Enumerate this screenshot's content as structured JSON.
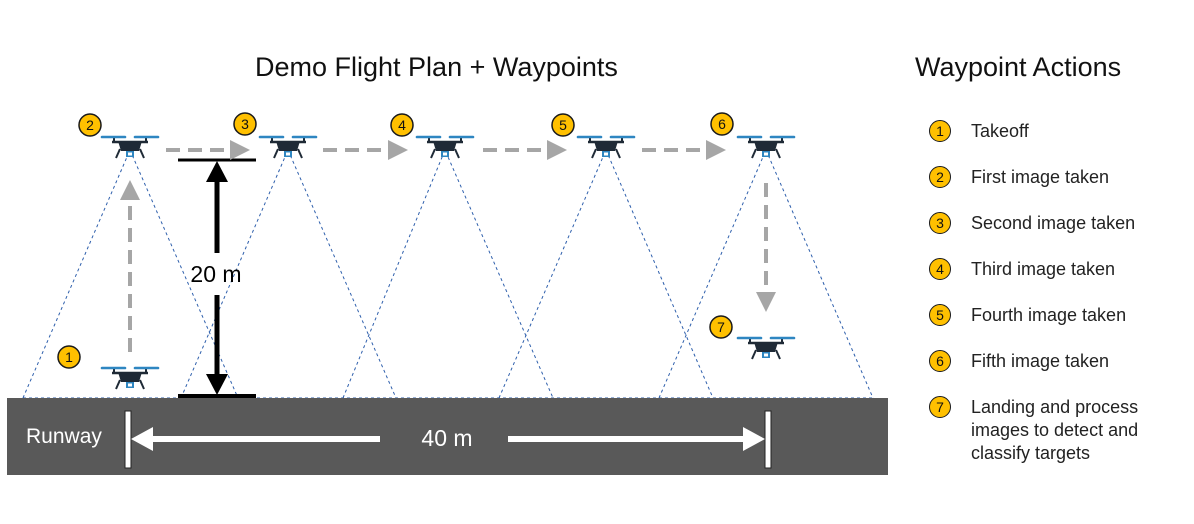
{
  "diagram": {
    "title": "Demo Flight Plan + Waypoints",
    "runway_label": "Runway",
    "height_label": "20 m",
    "distance_label": "40 m",
    "waypoints": [
      {
        "number": "1"
      },
      {
        "number": "2"
      },
      {
        "number": "3"
      },
      {
        "number": "4"
      },
      {
        "number": "5"
      },
      {
        "number": "6"
      },
      {
        "number": "7"
      }
    ]
  },
  "legend": {
    "title": "Waypoint Actions",
    "items": [
      {
        "number": "1",
        "text": "Takeoff"
      },
      {
        "number": "2",
        "text": "First image taken"
      },
      {
        "number": "3",
        "text": "Second image taken"
      },
      {
        "number": "4",
        "text": "Third image taken"
      },
      {
        "number": "5",
        "text": "Fourth image taken"
      },
      {
        "number": "6",
        "text": "Fifth image taken"
      },
      {
        "number": "7",
        "text": "Landing and process images to detect and classify targets"
      }
    ]
  },
  "colors": {
    "badge": "#FFC000",
    "runway": "#595959",
    "drone_body": "#1F2A36",
    "propeller": "#2E86C1",
    "path_arrow": "#A6A6A6",
    "camera_cone": "#2E5FAC"
  }
}
